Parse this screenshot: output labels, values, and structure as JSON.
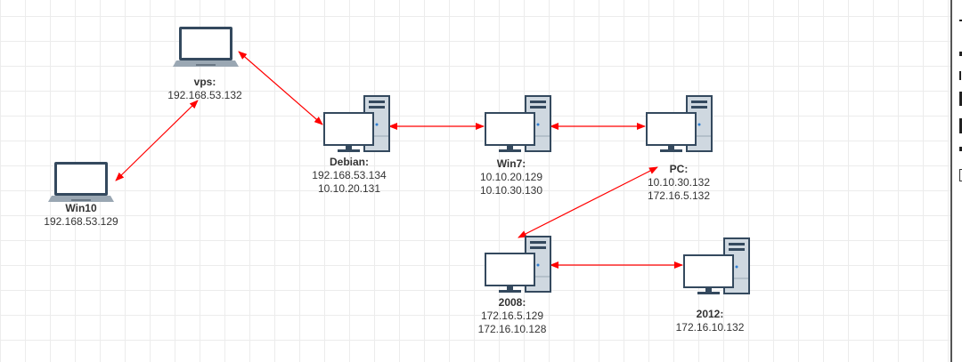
{
  "nodes": [
    {
      "id": "vps",
      "type": "laptop",
      "name": "vps:",
      "ips": [
        "192.168.53.132"
      ]
    },
    {
      "id": "win10",
      "type": "laptop",
      "name": "Win10",
      "ips": [
        "192.168.53.129"
      ]
    },
    {
      "id": "debian",
      "type": "pc",
      "name": "Debian:",
      "ips": [
        "192.168.53.134",
        "10.10.20.131"
      ]
    },
    {
      "id": "win7",
      "type": "pc",
      "name": "Win7:",
      "ips": [
        "10.10.20.129",
        "10.10.30.130"
      ]
    },
    {
      "id": "pc",
      "type": "pc",
      "name": "PC:",
      "ips": [
        "10.10.30.132",
        "172.16.5.132"
      ]
    },
    {
      "id": "s2008",
      "type": "pc",
      "name": "2008:",
      "ips": [
        "172.16.5.129",
        "172.16.10.128"
      ]
    },
    {
      "id": "s2012",
      "type": "pc",
      "name": "2012:",
      "ips": [
        "172.16.10.132"
      ]
    }
  ],
  "edges": [
    [
      "win10",
      "vps"
    ],
    [
      "vps",
      "debian"
    ],
    [
      "debian",
      "win7"
    ],
    [
      "win7",
      "pc"
    ],
    [
      "pc",
      "s2008"
    ],
    [
      "s2008",
      "s2012"
    ]
  ],
  "colors": {
    "edge": "#ff0000",
    "device": "#34495e",
    "case": "#cfd8e0"
  }
}
